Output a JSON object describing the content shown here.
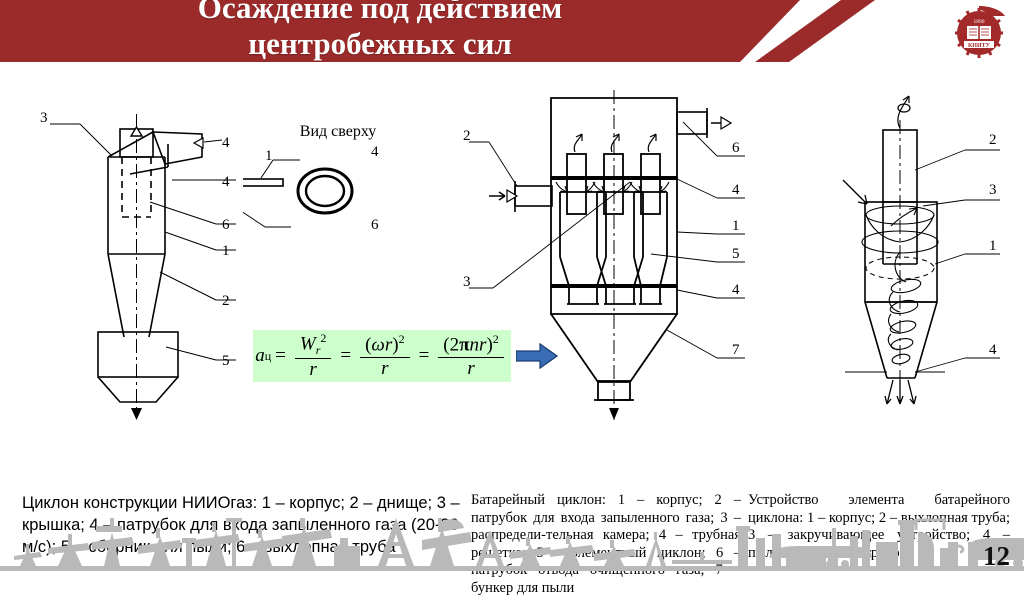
{
  "header": {
    "title": "Осаждение под действием\nцентробежных сил",
    "band_color": "#9b2a2a",
    "title_color": "#ffffff",
    "logo": {
      "name": "knitu-emblem",
      "year": "1890",
      "abbr": "КНИТУ",
      "color": "#a32a2a"
    }
  },
  "figures": {
    "left": {
      "top_view_label": "Вид сверху",
      "callouts": [
        "3",
        "1",
        "4",
        "4",
        "6",
        "1",
        "2",
        "5",
        "6"
      ]
    },
    "middle": {
      "callouts": [
        "2",
        "3",
        "6",
        "4",
        "1",
        "5",
        "4",
        "7"
      ]
    },
    "right": {
      "callouts": [
        "2",
        "3",
        "1",
        "4"
      ]
    }
  },
  "formula": {
    "background": "#ccffcc",
    "lhs_var": "a",
    "lhs_sub": "ц",
    "terms": [
      {
        "num_var": "W",
        "num_sub": "r",
        "num_sup": "2",
        "den": "r"
      },
      {
        "num": "(ωr)",
        "num_sup": "2",
        "den": "r"
      },
      {
        "num": "(2πnr)",
        "num_sup": "2",
        "den": "r"
      }
    ],
    "plain_text": "aц = Wᵣ²/r = (ωr)²/r = (2πnr)²/r"
  },
  "arrow": {
    "name": "blue-right-arrow",
    "color": "#2e5fa3"
  },
  "captions": {
    "left": "Циклон конструкции НИИОгаз: 1 – корпус; 2 – днище; 3 – крышка; 4 – патрубок для входа запыленного газа (20-30 м/с); 5 – сборник для пыли; 6 – выхлопная труба",
    "middle": "Батарейный циклон: 1 – корпус; 2 – патрубок для входа запыленного газа; 3 – распредели-тельная камера; 4 – трубная решетка; 5 – элементный циклон; 6 – патрубок отвода очищенного газа; 7 – бункер для пыли",
    "right": "Устройство элемента батарейного циклона: 1 – корпус; 2 – выхлопная труба; 3 – закручивающее устройство; 4 – пылеотводящий патрубок"
  },
  "footer": {
    "page_number": "12",
    "silhouette_color": "#b8b8b8"
  }
}
